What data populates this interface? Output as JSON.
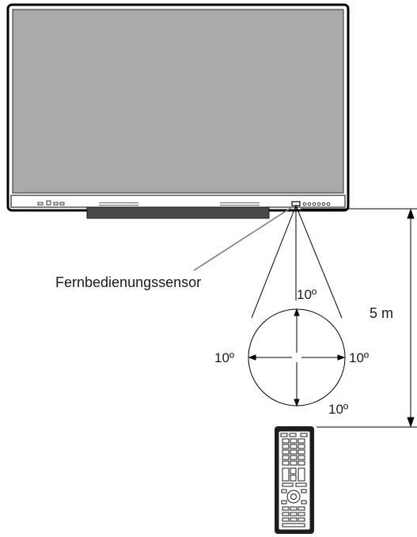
{
  "sensor_label": "Fernbedienungssensor",
  "distance_label": "5 m",
  "angles": {
    "top": "10º",
    "left": "10º",
    "right": "10º",
    "bottom": "10º"
  },
  "colors": {
    "screen": "#a9a9a9",
    "frame": "#1c1c1c",
    "bezel": "#3a3a3a",
    "line": "#000000",
    "leader": "#7a7a7a"
  }
}
